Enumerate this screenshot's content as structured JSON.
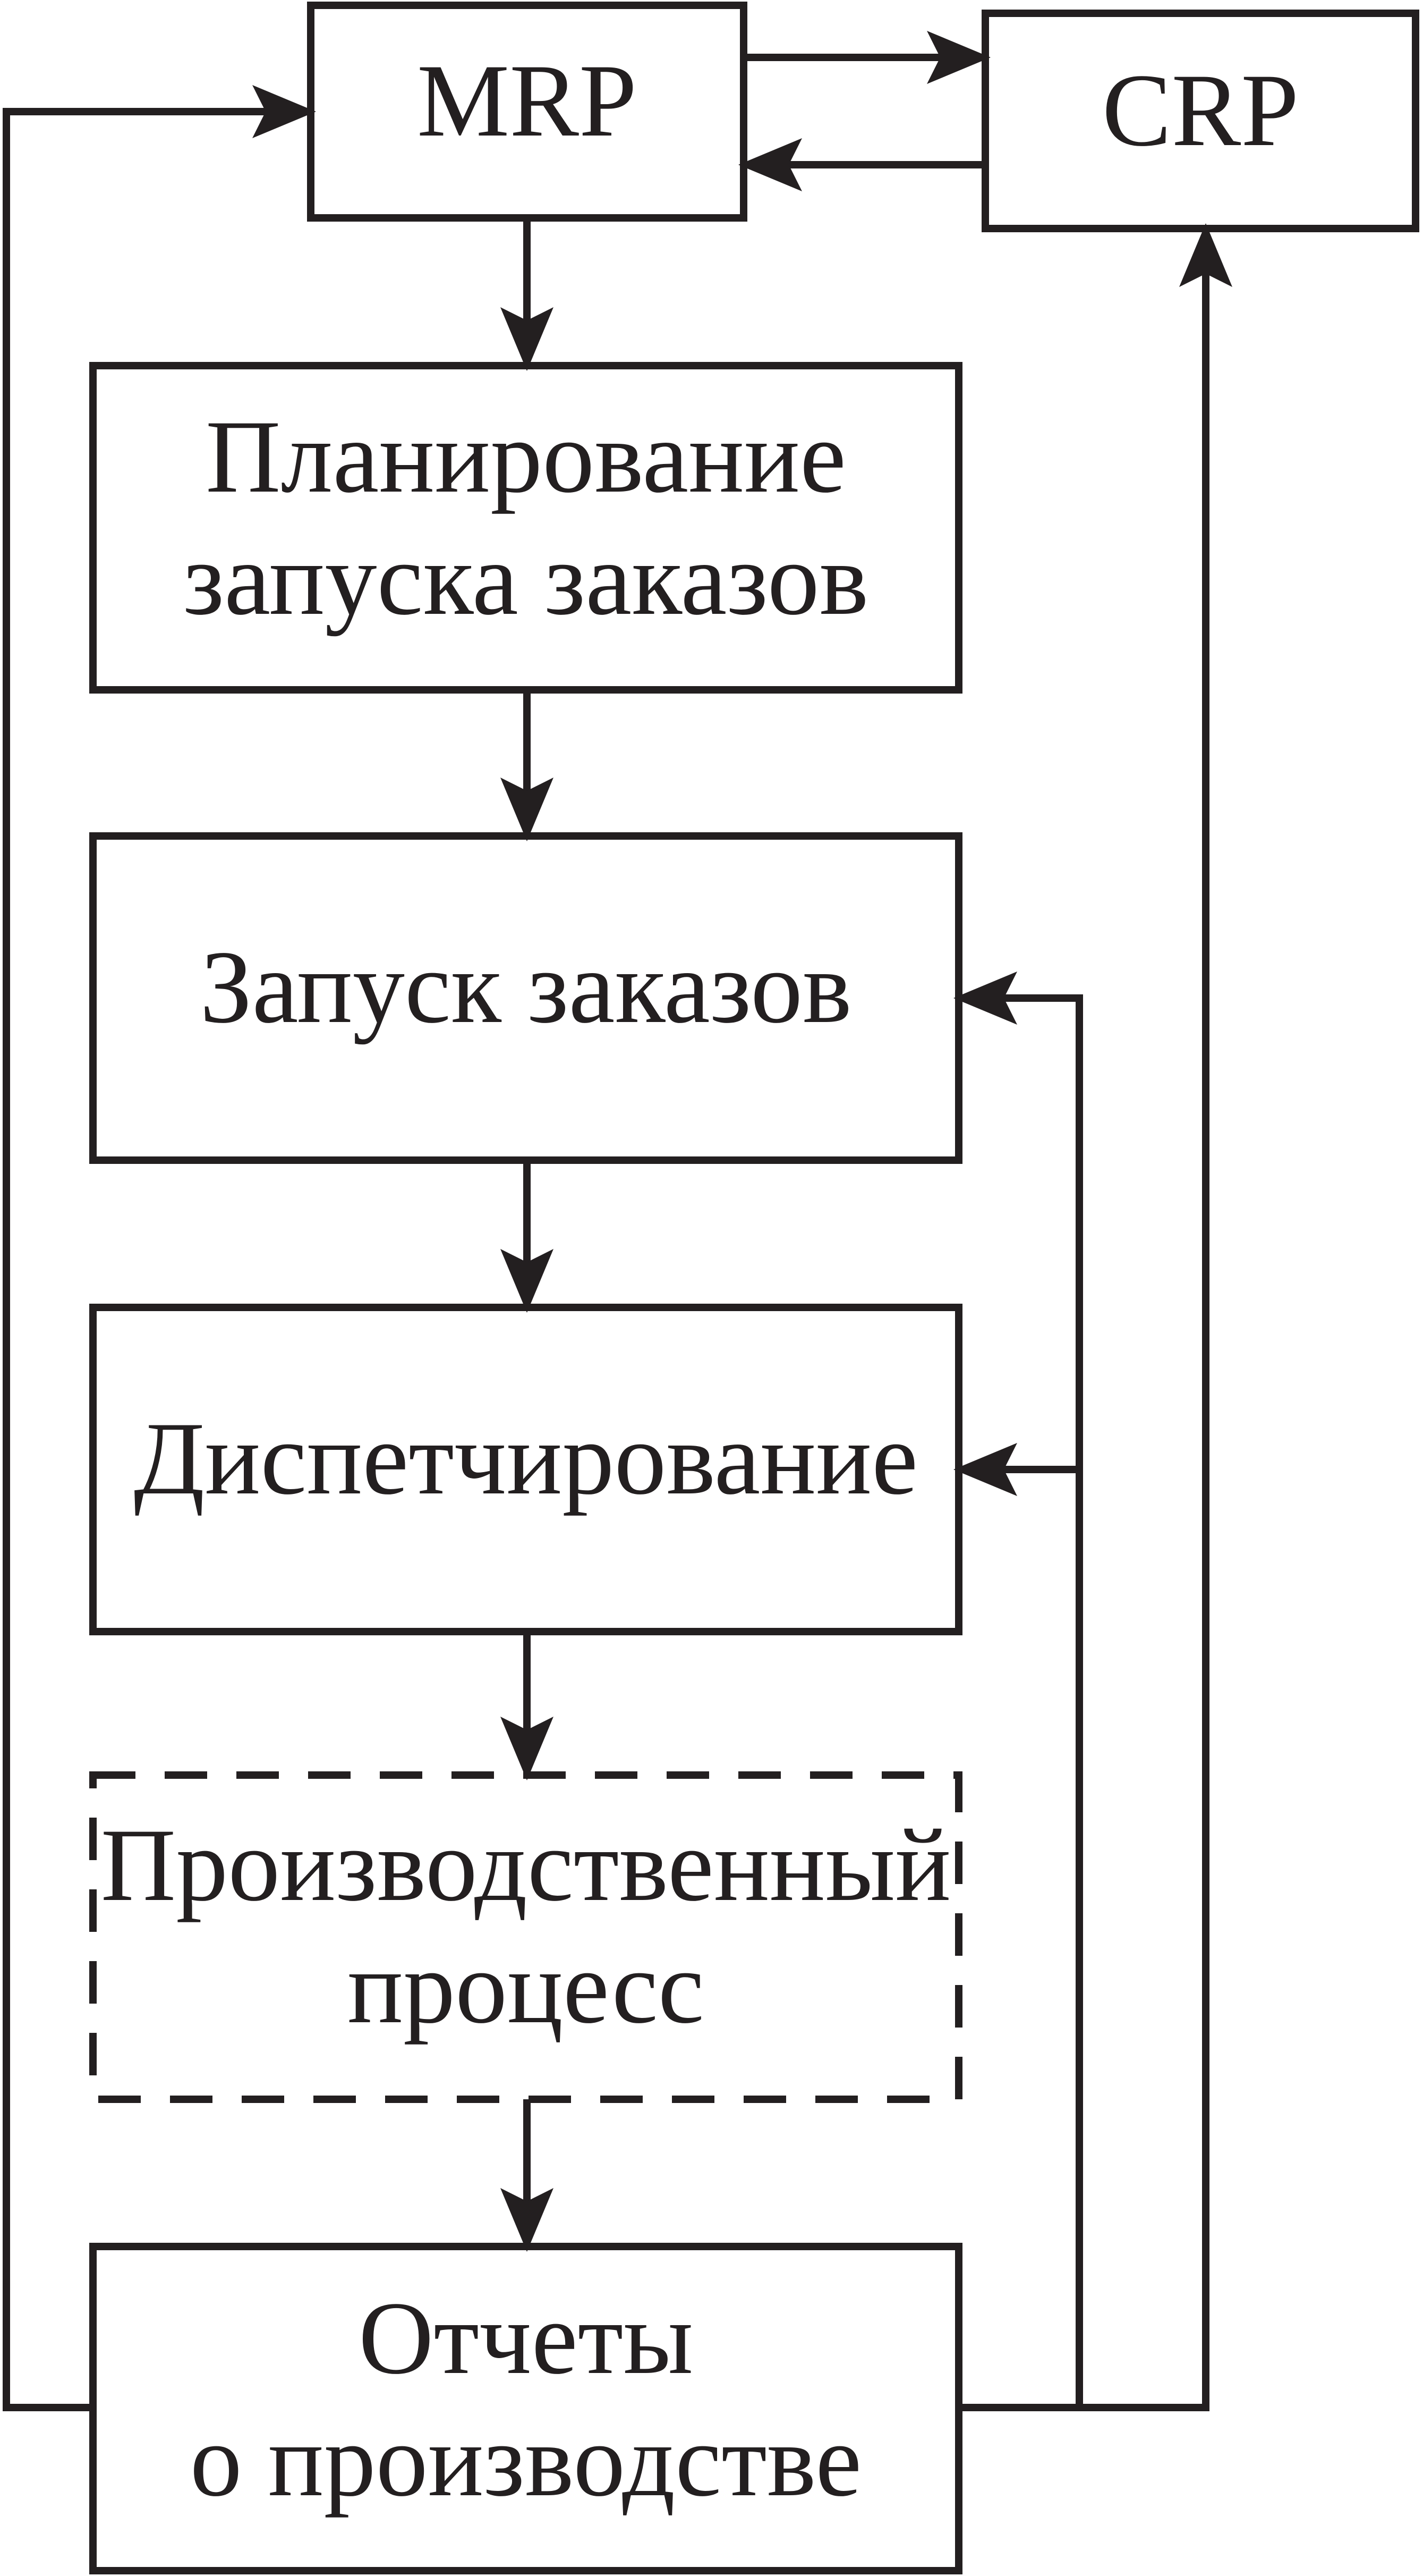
{
  "diagram": {
    "nodes": {
      "mrp": {
        "line1": "MRP"
      },
      "crp": {
        "line1": "CRP"
      },
      "planning": {
        "line1": "Планирование",
        "line2": "запуска заказов"
      },
      "release": {
        "line1": "Запуск заказов"
      },
      "dispatch": {
        "line1": "Диспетчирование"
      },
      "production": {
        "line1": "Производственный",
        "line2": "процесс"
      },
      "reports": {
        "line1": "Отчеты",
        "line2": "о производстве"
      }
    },
    "edges": [
      {
        "from": "mrp",
        "to": "crp"
      },
      {
        "from": "crp",
        "to": "mrp"
      },
      {
        "from": "mrp",
        "to": "planning"
      },
      {
        "from": "planning",
        "to": "release"
      },
      {
        "from": "release",
        "to": "dispatch"
      },
      {
        "from": "dispatch",
        "to": "production"
      },
      {
        "from": "production",
        "to": "reports"
      },
      {
        "from": "reports",
        "to": "mrp"
      },
      {
        "from": "reports",
        "to": "crp"
      },
      {
        "from": "reports",
        "to": "release"
      },
      {
        "from": "reports",
        "to": "dispatch"
      }
    ],
    "styles": {
      "line_color": "#231f20",
      "production_border": "dashed"
    }
  }
}
